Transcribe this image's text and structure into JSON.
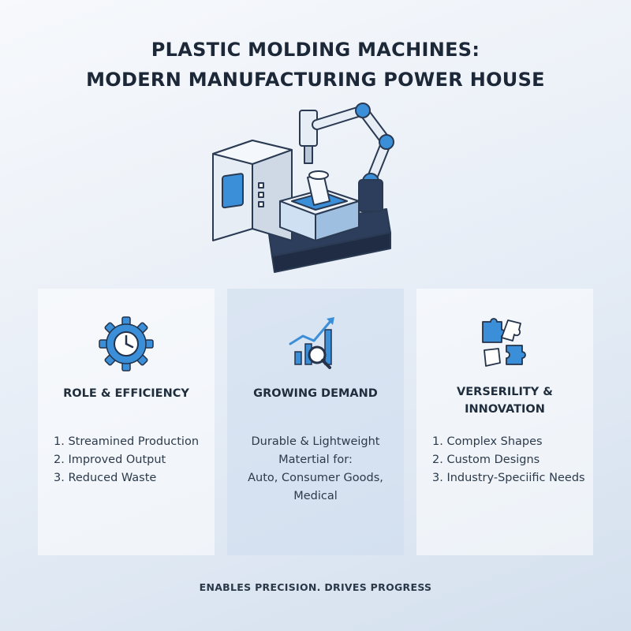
{
  "title": {
    "line1": "PLASTIC MOLDING MACHINES:",
    "line2": "MODERN MANUFACTURING POWER HOUSE"
  },
  "colors": {
    "accent": "#3b8fd9",
    "dark_navy": "#24324a",
    "light_panel": "#eef3f9"
  },
  "hero": {
    "icon": "injection-molding-machine-with-robotic-arm"
  },
  "cards": [
    {
      "icon": "gear-clock-icon",
      "heading": "ROLE & EFFICIENCY",
      "items": [
        "1. Streamined Production",
        "2. Improved Output",
        "3. Reduced Waste"
      ]
    },
    {
      "icon": "growth-chart-magnifier-icon",
      "heading": "GROWING DEMAND",
      "lines": [
        "Durable & Lightweight",
        "Matertial for:",
        "Auto, Consumer Goods,",
        "Medical"
      ]
    },
    {
      "icon": "puzzle-pieces-icon",
      "heading_line1": "VERSERILITY &",
      "heading_line2": "INNOVATION",
      "items": [
        "1. Complex Shapes",
        "2. Custom Designs",
        "3. Industry-Speciific Needs"
      ]
    }
  ],
  "footer": "ENABLES PRECISION. DRIVES PROGRESS"
}
